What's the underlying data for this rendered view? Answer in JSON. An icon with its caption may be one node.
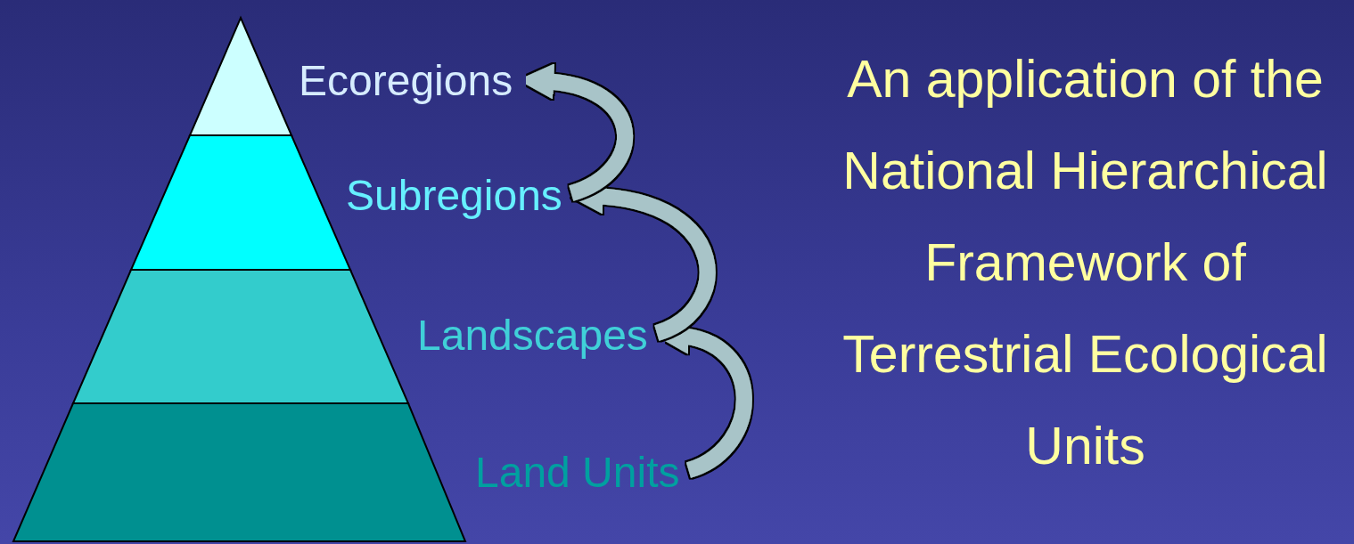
{
  "diagram": {
    "title": "An application of the National Hierarchical Framework of Terrestrial Ecological Units",
    "nodes": [
      {
        "text": [
          "Ecoregions"
        ]
      },
      {
        "text": [
          "Subregions"
        ]
      },
      {
        "text": [
          "Landscapes"
        ]
      },
      {
        "text": [
          "Land Units"
        ]
      }
    ],
    "edges": [
      {
        "from": 3,
        "to": 2,
        "arrow": "to"
      },
      {
        "from": 2,
        "to": 1,
        "arrow": "to"
      },
      {
        "from": 1,
        "to": 0,
        "arrow": "to"
      }
    ]
  }
}
